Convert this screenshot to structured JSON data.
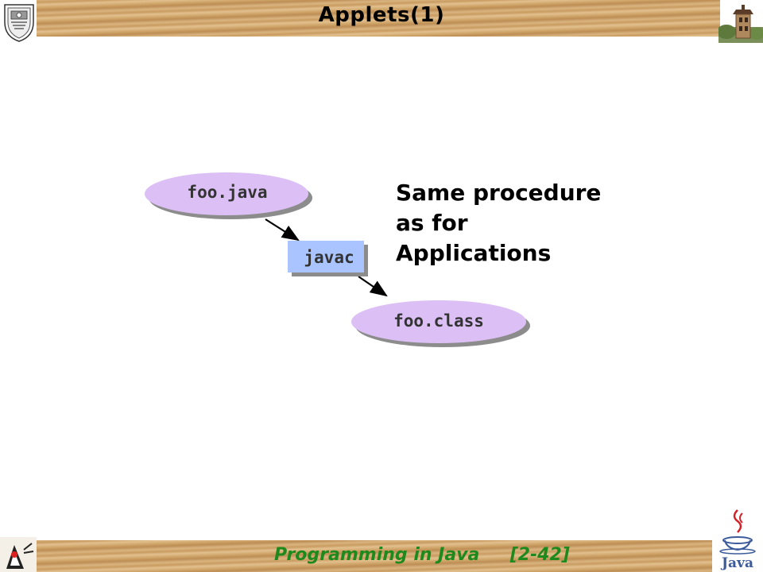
{
  "header": {
    "title": "Applets(1)"
  },
  "diagram": {
    "nodes": {
      "source": "foo.java",
      "compiler": "javac",
      "output": "foo.class"
    },
    "note": {
      "line1": "Same procedure",
      "line2": "as for",
      "line3": "Applications"
    }
  },
  "footer": {
    "text": "Programming in Java     [2-42]"
  },
  "logos": {
    "java_label": "Java"
  },
  "colors": {
    "ellipse_fill": "#dcc0f5",
    "box_fill": "#a9c4ff",
    "footer_text": "#1e8a1e"
  }
}
